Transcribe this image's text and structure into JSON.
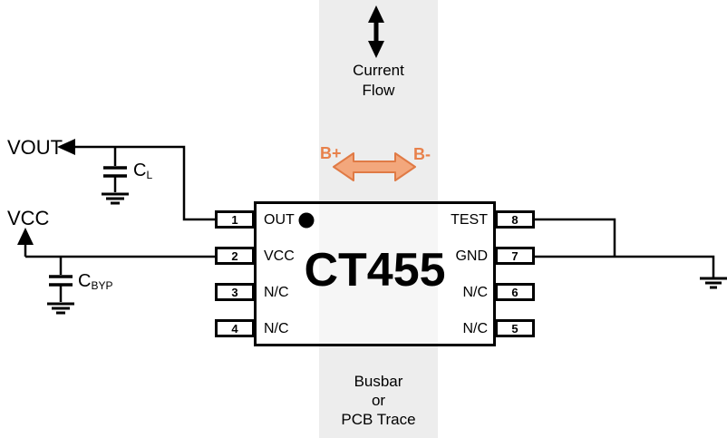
{
  "diagram": {
    "chip": {
      "label": "CT455"
    },
    "pins": {
      "left": [
        {
          "num": "1",
          "name": "OUT"
        },
        {
          "num": "2",
          "name": "VCC"
        },
        {
          "num": "3",
          "name": "N/C"
        },
        {
          "num": "4",
          "name": "N/C"
        }
      ],
      "right": [
        {
          "num": "8",
          "name": "TEST"
        },
        {
          "num": "7",
          "name": "GND"
        },
        {
          "num": "6",
          "name": "N/C"
        },
        {
          "num": "5",
          "name": "N/C"
        }
      ]
    },
    "labels": {
      "vout": "VOUT",
      "vcc": "VCC",
      "cl_main": "C",
      "cl_sub": "L",
      "cbyp_main": "C",
      "cbyp_sub": "BYP",
      "current_flow_line1": "Current",
      "current_flow_line2": "Flow",
      "b_plus": "B+",
      "b_minus": "B-",
      "busbar_line1": "Busbar",
      "busbar_line2": "or",
      "busbar_line3": "PCB Trace"
    },
    "colors": {
      "busbar_band": "#EDEDED",
      "arrow_fill": "#F3A77C",
      "arrow_stroke": "#E07A45",
      "orange_text": "#E8814B",
      "ink": "#000000"
    }
  }
}
